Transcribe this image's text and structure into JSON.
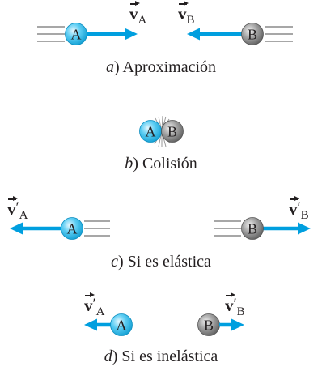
{
  "colors": {
    "arrow": "#009fdf",
    "ball_a": "#3fc0ee",
    "ball_b": "#8c8c8c",
    "text": "#231f20",
    "motion_lines": "#8a8a8a"
  },
  "balls": {
    "a": "A",
    "b": "B"
  },
  "panels": {
    "a": {
      "letter": "a",
      "caption": "Aproximación",
      "label_a": {
        "vec": "v",
        "sub": "A"
      },
      "label_b": {
        "vec": "v",
        "sub": "B"
      }
    },
    "b": {
      "letter": "b",
      "caption": "Colisión"
    },
    "c": {
      "letter": "c",
      "caption": "Si es elástica",
      "label_a": {
        "vec": "v",
        "prime": "′",
        "sub": "A"
      },
      "label_b": {
        "vec": "v",
        "prime": "′",
        "sub": "B"
      }
    },
    "d": {
      "letter": "d",
      "caption": "Si es inelástica",
      "label_a": {
        "vec": "v",
        "prime": "′",
        "sub": "A"
      },
      "label_b": {
        "vec": "v",
        "prime": "′",
        "sub": "B"
      }
    }
  }
}
